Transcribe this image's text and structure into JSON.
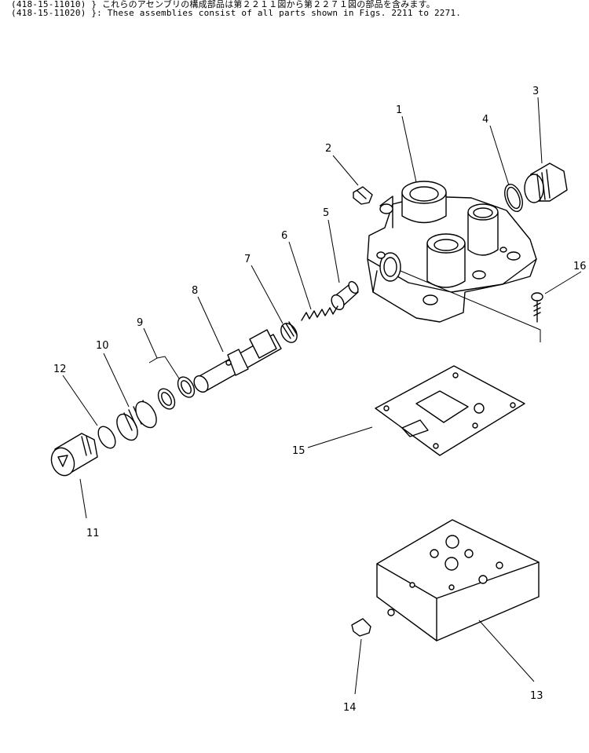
{
  "header": {
    "line1": "(418-15-11010) } これらのアセンブリの構成部品は第２２１１図から第２２７１図の部品を含みます。",
    "line2": "(418-15-11020) }: These assemblies consist of all parts shown in Figs. 2211 to 2271."
  },
  "callouts": [
    "1",
    "2",
    "3",
    "4",
    "5",
    "6",
    "7",
    "8",
    "9",
    "10",
    "11",
    "12",
    "13",
    "14",
    "15",
    "16"
  ]
}
